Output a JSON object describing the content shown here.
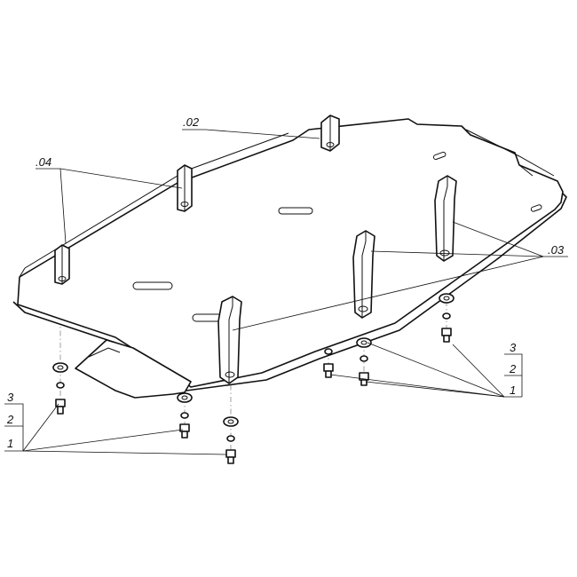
{
  "callouts": {
    "p02": ".02",
    "p03": ".03",
    "p04": ".04",
    "left_stack": [
      "3",
      "2",
      "1"
    ],
    "right_stack": [
      "3",
      "2",
      "1"
    ]
  }
}
